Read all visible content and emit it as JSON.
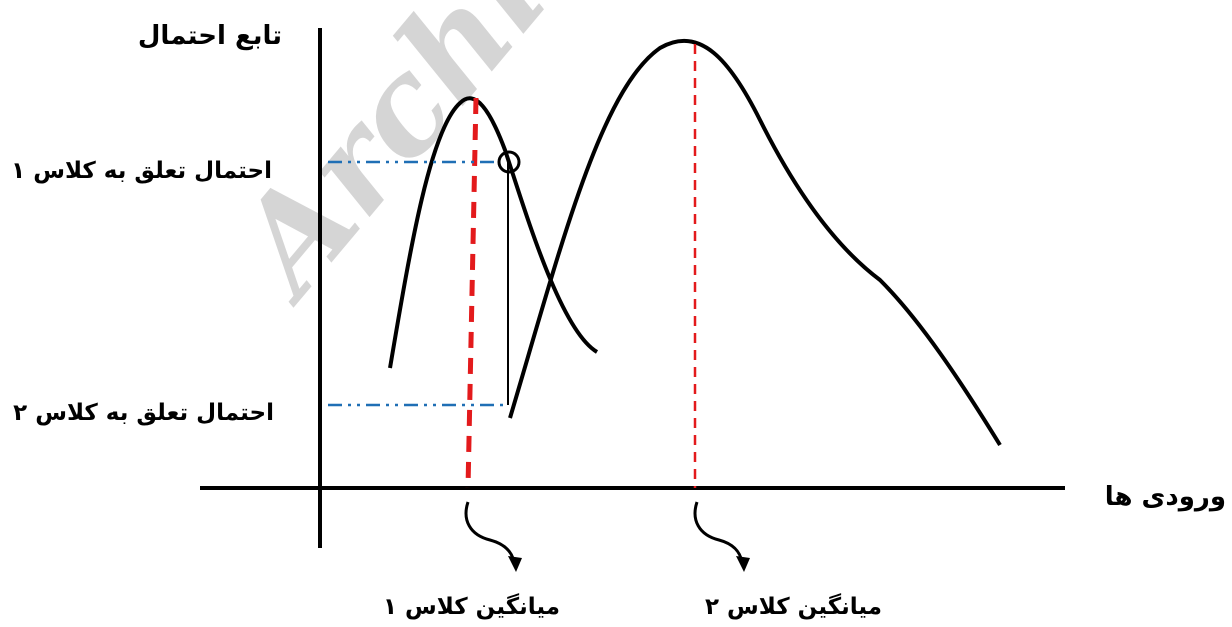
{
  "labels": {
    "y_axis_title": "تابع احتمال",
    "x_axis_title": "ورودی ها",
    "prob_class1": "احتمال تعلق به کلاس ۱",
    "prob_class2": "احتمال تعلق به کلاس  ۲",
    "mean_class1": "میانگین کلاس ۱",
    "mean_class2": "میانگین کلاس ۲"
  },
  "watermark": "Archive",
  "colors": {
    "axis": "#000000",
    "curve": "#000000",
    "mean_line": "#e31a1c",
    "probability_guide": "#1f6fb5",
    "watermark": "#c8c8c8"
  }
}
